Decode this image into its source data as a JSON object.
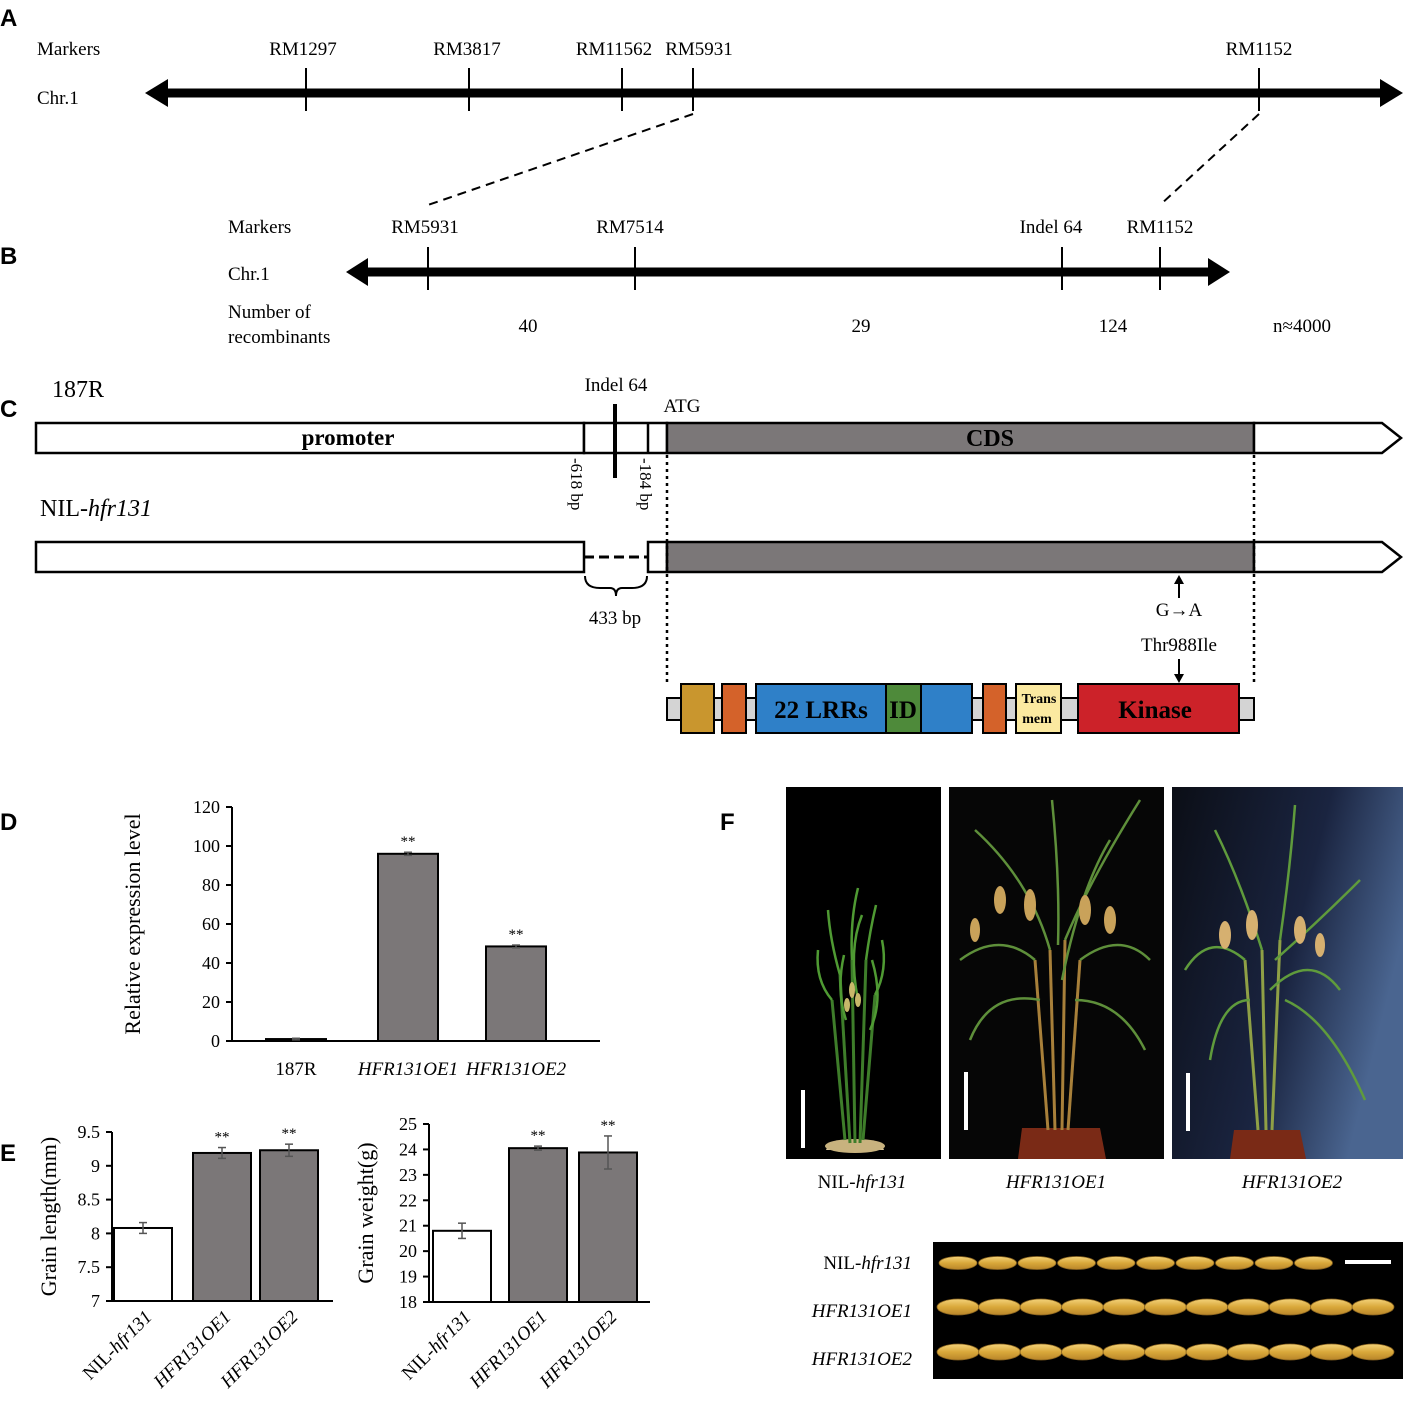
{
  "panel_letters": [
    "A",
    "B",
    "C",
    "D",
    "E",
    "F"
  ],
  "panelA": {
    "label_markers": "Markers",
    "label_chr": "Chr.1",
    "markers": [
      "RM1297",
      "RM3817",
      "RM11562",
      "RM5931",
      "RM1152"
    ]
  },
  "panelB": {
    "label_markers": "Markers",
    "label_chr": "Chr.1",
    "label_recomb_1": "Number of",
    "label_recomb_2": "recombinants",
    "markers": [
      "RM5931",
      "RM7514",
      "Indel 64",
      "RM1152"
    ],
    "recombinants": [
      "40",
      "29",
      "124"
    ],
    "n_total": "n≈4000"
  },
  "panelC": {
    "line_187R": "187R",
    "line_nil_prefix": "NIL-",
    "line_nil_italic": "hfr131",
    "indel_label": "Indel 64",
    "atg_label": "ATG",
    "promoter_label": "promoter",
    "cds_label": "CDS",
    "pos_618": "-618 bp",
    "pos_184": "-184 bp",
    "deletion_label": "433  bp",
    "mutation_label": "G→A",
    "aa_change_label": "Thr988Ile",
    "domain_lrr_label": "22 LRRs",
    "domain_id_label": "ID",
    "domain_tm_label_1": "Trans",
    "domain_tm_label_2": "mem",
    "domain_kinase_label": "Kinase",
    "colors": {
      "cds": "#7b7778",
      "domain_gold": "#c9962e",
      "domain_orange": "#d4622a",
      "domain_lrr": "#2f80c8",
      "domain_id": "#4e8a3a",
      "domain_tm": "#fbe9a0",
      "domain_kinase": "#cc2229",
      "backbone": "#d4d4d4"
    }
  },
  "chart_data": [
    {
      "type": "bar",
      "panel": "D",
      "ylabel": "Relative expression level",
      "categories": [
        "187R",
        "HFR131OE1",
        "HFR131OE2"
      ],
      "values": [
        1,
        96,
        48.5
      ],
      "errors": [
        0.4,
        0.8,
        0.7
      ],
      "significance": [
        "",
        "**",
        "**"
      ],
      "ylim": [
        0,
        120
      ],
      "yticks": [
        "0",
        "20",
        "40",
        "60",
        "80",
        "100",
        "120"
      ],
      "bar_colors": [
        "#7b7778",
        "#7b7778",
        "#7b7778"
      ]
    },
    {
      "type": "bar",
      "panel": "E-left",
      "ylabel": "Grain length(mm)",
      "categories": [
        "NIL-hfr131",
        "HFR131OE1",
        "HFR131OE2"
      ],
      "values": [
        8.08,
        9.19,
        9.23
      ],
      "errors": [
        0.08,
        0.08,
        0.09
      ],
      "significance": [
        "",
        "**",
        "**"
      ],
      "ylim": [
        7,
        9.5
      ],
      "yticks": [
        "7",
        "7.5",
        "8",
        "8.5",
        "9",
        "9.5"
      ],
      "bar_colors": [
        "#ffffff",
        "#7b7778",
        "#7b7778"
      ]
    },
    {
      "type": "bar",
      "panel": "E-right",
      "ylabel": "Grain weight(g)",
      "categories": [
        "NIL-hfr131",
        "HFR131OE1",
        "HFR131OE2"
      ],
      "values": [
        20.8,
        24.05,
        23.88
      ],
      "errors": [
        0.3,
        0.08,
        0.65
      ],
      "significance": [
        "",
        "**",
        "**"
      ],
      "ylim": [
        18,
        25
      ],
      "yticks": [
        "18",
        "19",
        "20",
        "21",
        "22",
        "23",
        "24",
        "25"
      ],
      "bar_colors": [
        "#ffffff",
        "#7b7778",
        "#7b7778"
      ]
    }
  ],
  "panelF": {
    "plant_labels": [
      {
        "prefix": "NIL-",
        "italic": "hfr131"
      },
      {
        "prefix": "",
        "italic": "HFR131OE1"
      },
      {
        "prefix": "",
        "italic": "HFR131OE2"
      }
    ],
    "grain_rows": [
      {
        "prefix": "NIL-",
        "italic": "hfr131"
      },
      {
        "prefix": "",
        "italic": "HFR131OE1"
      },
      {
        "prefix": "",
        "italic": "HFR131OE2"
      }
    ]
  }
}
